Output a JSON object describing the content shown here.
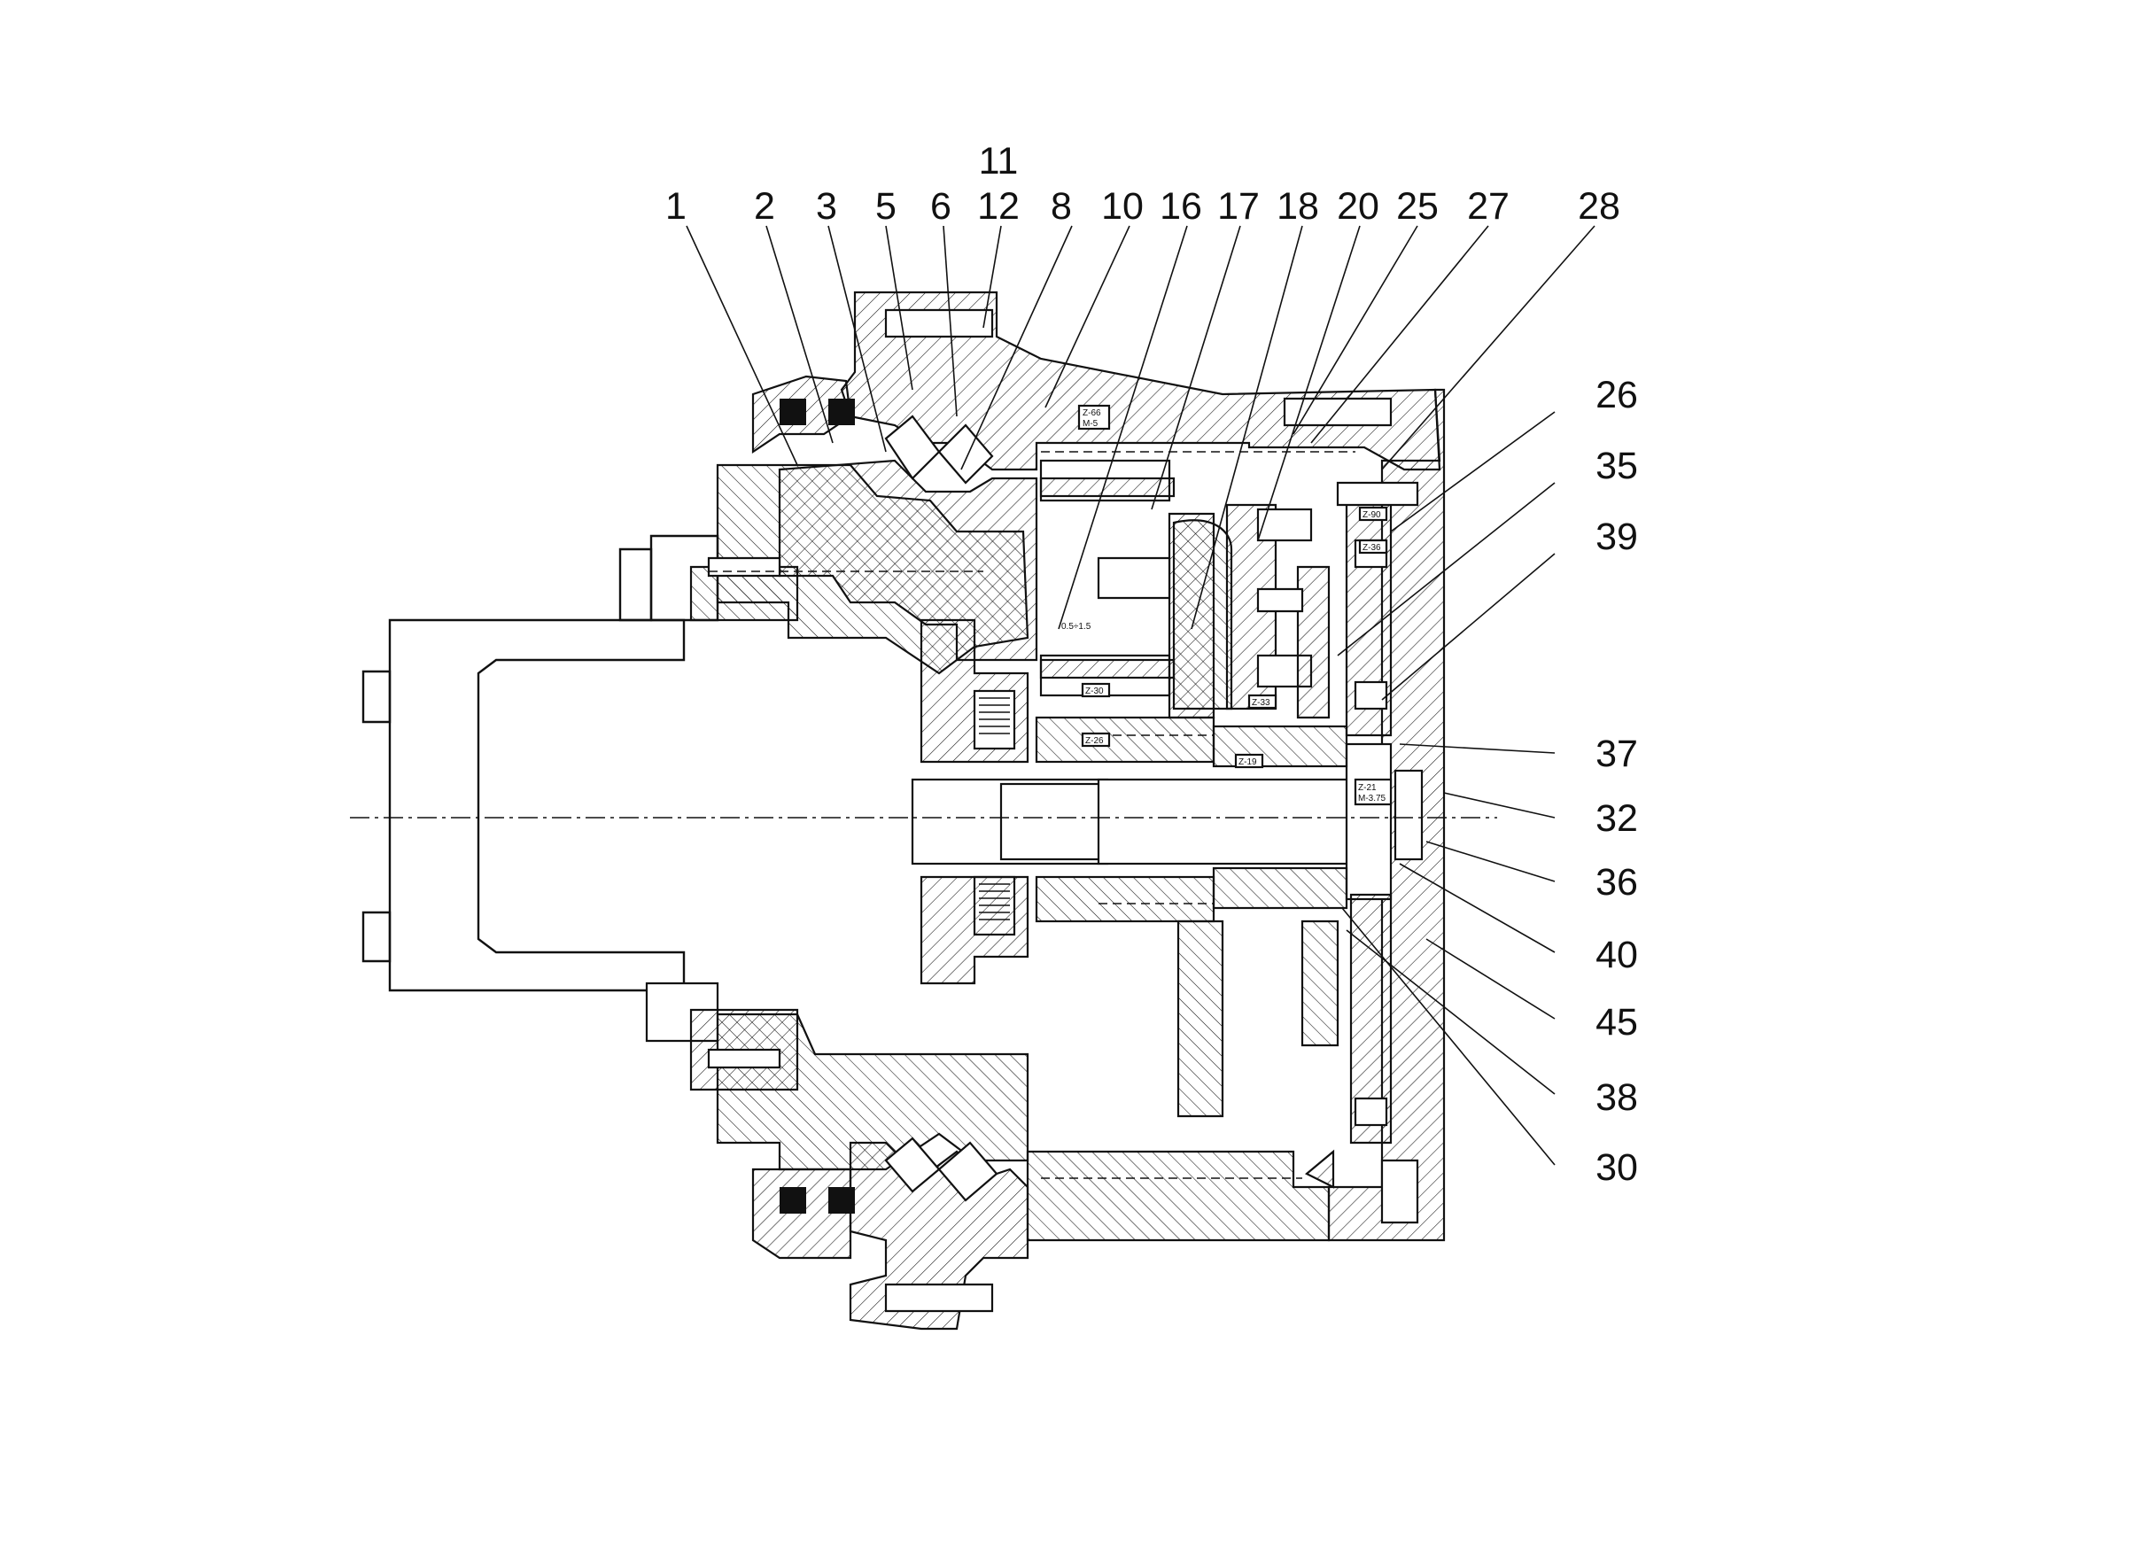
{
  "callouts": {
    "top": [
      "1",
      "2",
      "3",
      "5",
      "6",
      "11",
      "12",
      "8",
      "10",
      "16",
      "17",
      "18",
      "20",
      "25",
      "27",
      "28"
    ],
    "right": [
      "26",
      "35",
      "39",
      "37",
      "32",
      "36",
      "40",
      "45",
      "38",
      "30"
    ]
  },
  "gear_marks": {
    "g1": "Z-66",
    "g1b": "M-5",
    "g2": "Z-30",
    "g3": "Z-26",
    "g4": "Z-19",
    "g5": "Z-33",
    "g6": "Z-90",
    "g7": "Z-36",
    "g8": "Z-21",
    "g8b": "M-3.75",
    "clearance": "0.5÷1.5"
  }
}
